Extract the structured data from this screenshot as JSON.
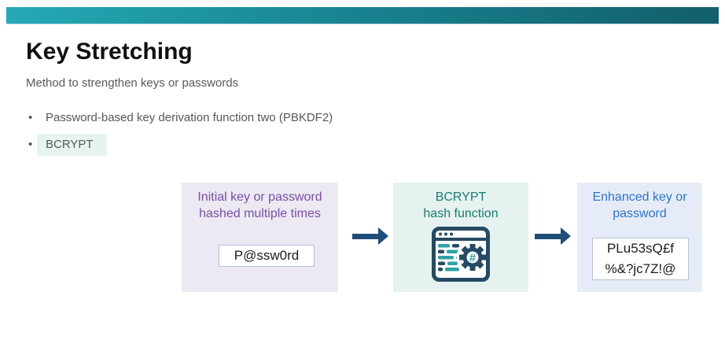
{
  "header": {
    "title": "Key Stretching",
    "subtitle": "Method to strengthen keys or passwords"
  },
  "bullets": [
    {
      "text": "Password-based key derivation function two (PBKDF2)",
      "highlighted": false
    },
    {
      "text": "BCRYPT",
      "highlighted": true
    }
  ],
  "diagram": {
    "input_box": {
      "label_lines": [
        "Initial key or password",
        "hashed multiple times"
      ],
      "value": "P@ssw0rd"
    },
    "process_box": {
      "label_lines": [
        "BCRYPT",
        "hash function"
      ],
      "icon": "code-window-hash-gear-icon"
    },
    "output_box": {
      "label_lines": [
        "Enhanced key or",
        "password"
      ],
      "value_lines": [
        "PLu53sQ£f",
        "%&?jc7Z!@"
      ]
    }
  },
  "colors": {
    "banner_gradient_start": "#25aab6",
    "banner_gradient_end": "#135e6c",
    "bcrypt_highlight_bg": "#e7f3f0",
    "body_text": "#595959",
    "title_text": "#101010",
    "input_box_bg": "#ece9f3",
    "input_label_text": "#7a4fa3",
    "process_box_bg": "#e5f2ef",
    "process_label_text": "#1a7a70",
    "output_box_bg": "#e6ecf7",
    "output_label_text": "#2d73c8",
    "arrow": "#1f4e79",
    "icon_navy": "#264a63",
    "icon_teal": "#2fa3a5"
  }
}
